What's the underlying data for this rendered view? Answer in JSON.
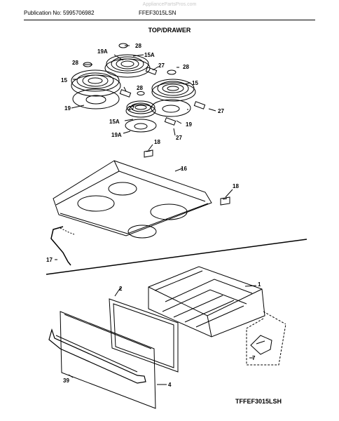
{
  "header": {
    "publication": "Publication No: 5995706982",
    "model": "FFEF3015LSN",
    "watermark": "AppliancePartsPros.com"
  },
  "title": "TOP/DRAWER",
  "footer": "TFFEF3015LSH",
  "callouts": {
    "c28a": "28",
    "c19Aa": "19A",
    "c15Aa": "15A",
    "c28b": "28",
    "c27a": "27",
    "c28c": "28",
    "c15a": "15",
    "c15b": "15",
    "c28d": "28",
    "c19a": "19",
    "c27b": "27",
    "c27c": "27",
    "c15Ab": "15A",
    "c19b": "19",
    "c19Ab": "19A",
    "c27d": "27",
    "c18a": "18",
    "c16": "16",
    "c18b": "18",
    "c17": "17",
    "c1": "1",
    "c2": "2",
    "c7": "7",
    "c39": "39",
    "c4": "4"
  }
}
